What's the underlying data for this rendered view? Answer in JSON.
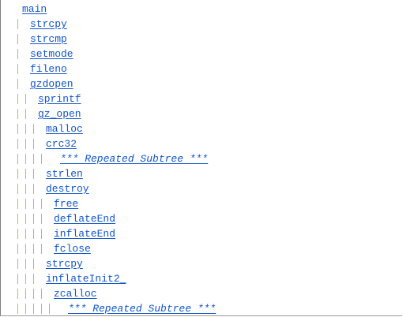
{
  "tree": {
    "nodes": [
      {
        "label": "main",
        "depth": 0
      },
      {
        "label": "strcpy",
        "depth": 1
      },
      {
        "label": "strcmp",
        "depth": 1
      },
      {
        "label": "setmode",
        "depth": 1
      },
      {
        "label": "fileno",
        "depth": 1
      },
      {
        "label": "gzdopen",
        "depth": 1
      },
      {
        "label": "sprintf",
        "depth": 2
      },
      {
        "label": "gz_open",
        "depth": 2
      },
      {
        "label": "malloc",
        "depth": 3
      },
      {
        "label": "crc32",
        "depth": 3
      },
      {
        "label": "*** Repeated Subtree ***",
        "depth": 4,
        "repeat": true
      },
      {
        "label": "strlen",
        "depth": 3
      },
      {
        "label": "destroy",
        "depth": 3
      },
      {
        "label": "free",
        "depth": 4
      },
      {
        "label": "deflateEnd",
        "depth": 4
      },
      {
        "label": "inflateEnd",
        "depth": 4
      },
      {
        "label": "fclose",
        "depth": 4
      },
      {
        "label": "strcpy",
        "depth": 3
      },
      {
        "label": "inflateInit2_",
        "depth": 3
      },
      {
        "label": "zcalloc",
        "depth": 4
      },
      {
        "label": "*** Repeated Subtree ***",
        "depth": 5,
        "repeat": true
      }
    ]
  },
  "colors": {
    "link": "#1155cc",
    "guide": "#c9b06a",
    "border": "#7f7f7f"
  }
}
